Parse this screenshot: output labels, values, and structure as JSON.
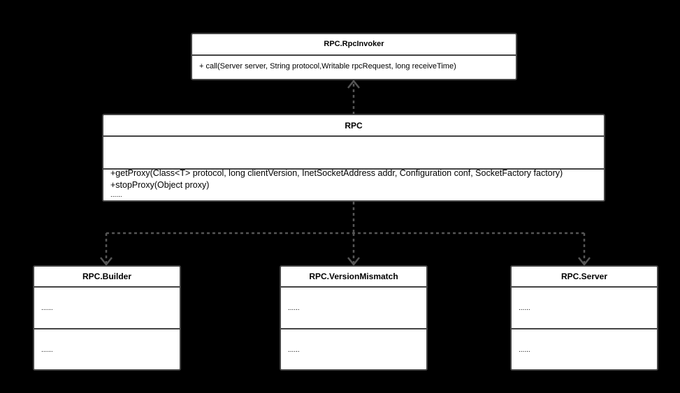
{
  "invoker": {
    "name": "RPC.RpcInvoker",
    "methods": [
      "+ call(Server server, String protocol,Writable rpcRequest, long receiveTime)"
    ]
  },
  "rpc": {
    "name": "RPC",
    "methods": [
      "+getProxy(Class<T> protocol, long clientVersion, InetSocketAddress addr, Configuration conf, SocketFactory factory)",
      "+stopProxy(Object proxy)",
      "......"
    ]
  },
  "builder": {
    "name": "RPC.Builder",
    "attributes": "......",
    "methods": "......"
  },
  "mismatch": {
    "name": "RPC.VersionMismatch",
    "attributes": "......",
    "methods": "......"
  },
  "server": {
    "name": "RPC.Server",
    "attributes": "......",
    "methods": "......"
  }
}
